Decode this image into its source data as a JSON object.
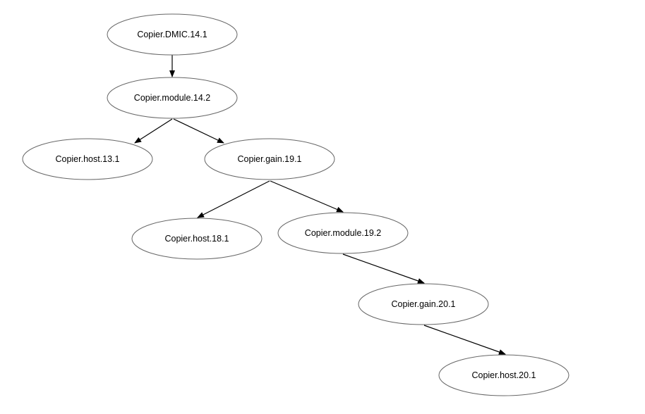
{
  "colors": {
    "background": "#ffffff",
    "node_border": "#666666",
    "edge": "#000000",
    "text": "#000000"
  },
  "nodes": [
    {
      "id": "dmic_14_1",
      "label": "Copier.DMIC.14.1"
    },
    {
      "id": "module_14_2",
      "label": "Copier.module.14.2"
    },
    {
      "id": "host_13_1",
      "label": "Copier.host.13.1"
    },
    {
      "id": "gain_19_1",
      "label": "Copier.gain.19.1"
    },
    {
      "id": "host_18_1",
      "label": "Copier.host.18.1"
    },
    {
      "id": "module_19_2",
      "label": "Copier.module.19.2"
    },
    {
      "id": "gain_20_1",
      "label": "Copier.gain.20.1"
    },
    {
      "id": "host_20_1",
      "label": "Copier.host.20.1"
    }
  ],
  "edges": [
    {
      "from": "dmic_14_1",
      "to": "module_14_2"
    },
    {
      "from": "module_14_2",
      "to": "host_13_1"
    },
    {
      "from": "module_14_2",
      "to": "gain_19_1"
    },
    {
      "from": "gain_19_1",
      "to": "host_18_1"
    },
    {
      "from": "gain_19_1",
      "to": "module_19_2"
    },
    {
      "from": "module_19_2",
      "to": "gain_20_1"
    },
    {
      "from": "gain_20_1",
      "to": "host_20_1"
    }
  ]
}
